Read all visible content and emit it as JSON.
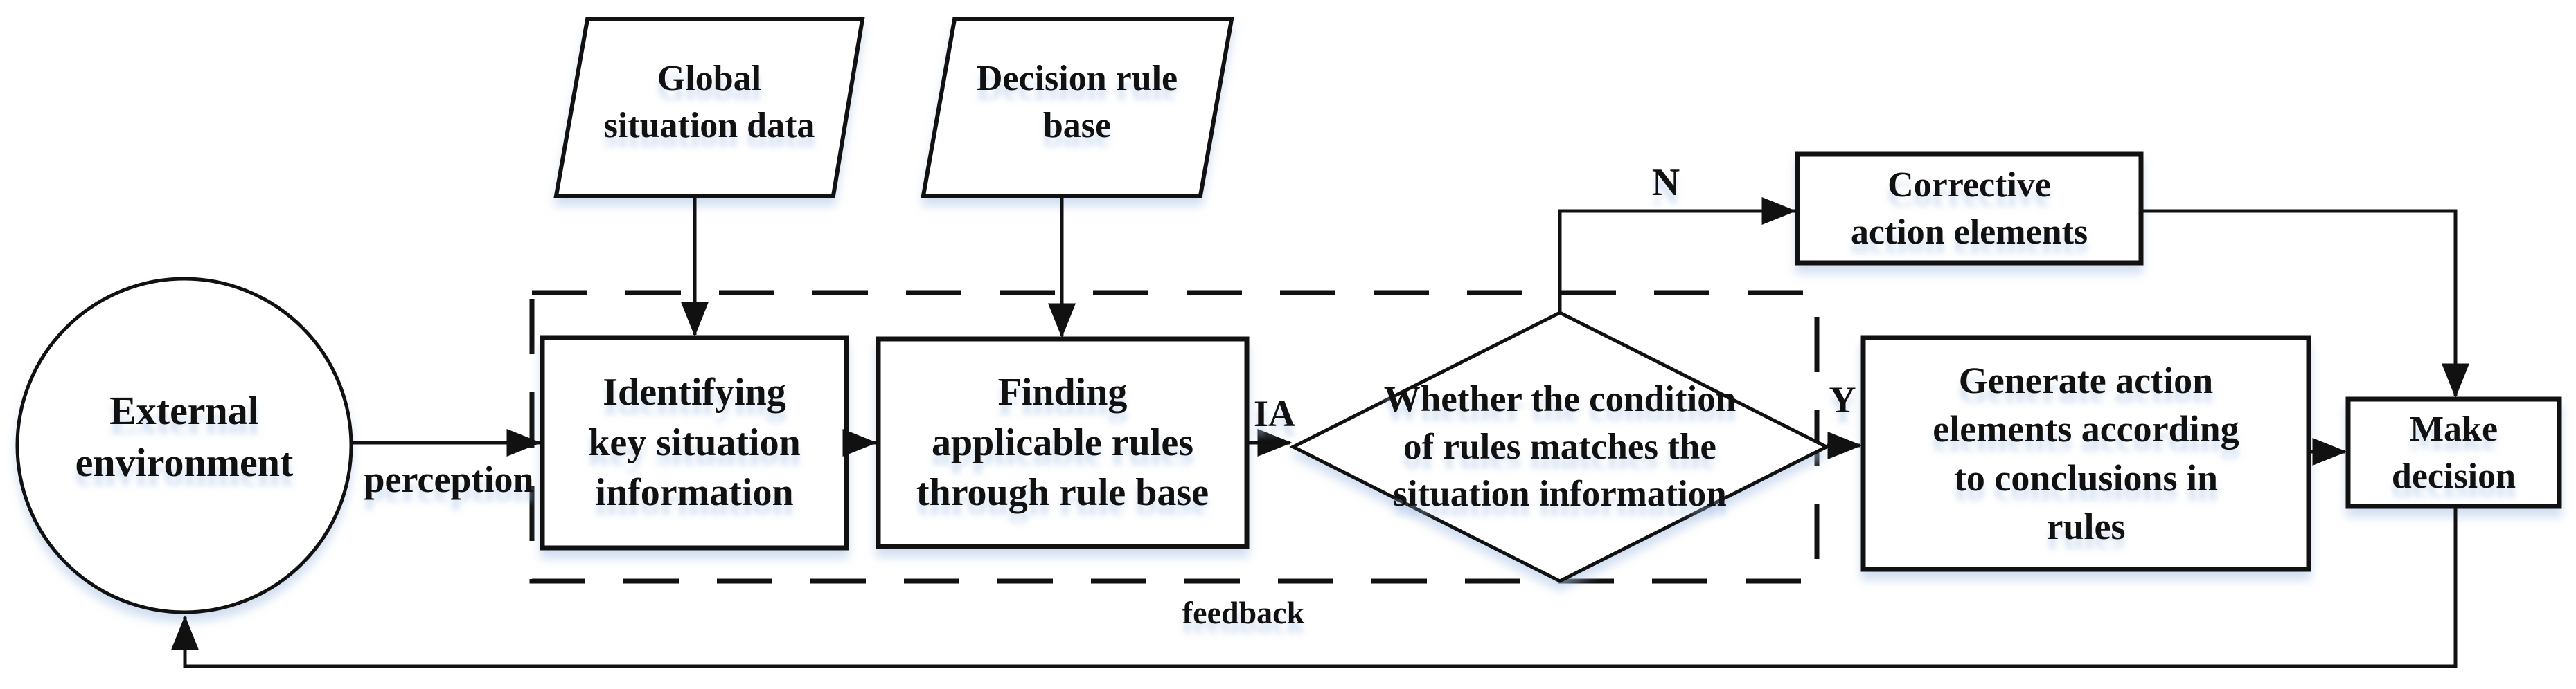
{
  "diagram": {
    "title": "Rule-based decision flowchart",
    "nodes": {
      "external_environment": {
        "shape": "circle",
        "label": "External\nenvironment"
      },
      "global_situation_data": {
        "shape": "parallelogram",
        "label": "Global\nsituation data"
      },
      "decision_rule_base": {
        "shape": "parallelogram",
        "label": "Decision rule\nbase"
      },
      "identifying": {
        "shape": "rect",
        "label": "Identifying\nkey situation\ninformation"
      },
      "finding": {
        "shape": "rect",
        "label": "Finding\napplicable rules\nthrough rule base"
      },
      "condition_match": {
        "shape": "diamond",
        "label": "Whether the condition\nof rules matches the\nsituation information"
      },
      "corrective": {
        "shape": "rect",
        "label": "Corrective\naction elements"
      },
      "generate": {
        "shape": "rect",
        "label": "Generate action\nelements according\nto conclusions in\nrules"
      },
      "make_decision": {
        "shape": "rect",
        "label": "Make\ndecision"
      }
    },
    "edge_labels": {
      "perception": "perception",
      "ia": "IA",
      "n": "N",
      "y": "Y",
      "feedback": "feedback"
    },
    "colors": {
      "stroke": "#111111",
      "background": "#ffffff",
      "shadow": "#c8d8ee"
    }
  }
}
